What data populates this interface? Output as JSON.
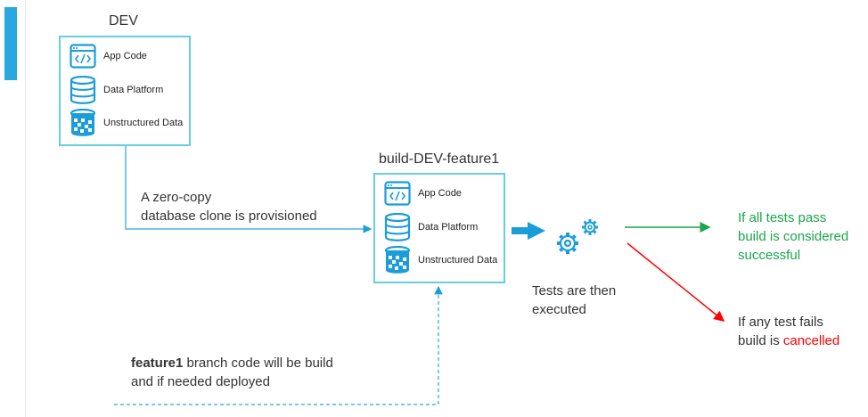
{
  "dev": {
    "title": "DEV",
    "items": [
      "App Code",
      "Data Platform",
      "Unstructured Data"
    ]
  },
  "build": {
    "title": "build-DEV-feature1",
    "items": [
      "App Code",
      "Data Platform",
      "Unstructured Data"
    ]
  },
  "clone_note": {
    "line1": "A zero-copy",
    "line2": "database clone is provisioned"
  },
  "branch_note": {
    "bold": "feature1",
    "rest": " branch code will be build",
    "line2": "and if needed deployed"
  },
  "tests_note": {
    "line1": "Tests are then",
    "line2": "executed"
  },
  "pass_note": {
    "line1": "If all tests pass",
    "line2": "build is considered",
    "line3": "successful"
  },
  "fail_note": {
    "line1": "If any test fails",
    "line2_prefix": "build is ",
    "line2_highlight": "cancelled"
  },
  "colors": {
    "accent": "#29a8e0",
    "box_border": "#67cde0",
    "icon_blue": "#1b9dd8",
    "success": "#1aa64a",
    "failure": "#ff0000"
  },
  "icons": [
    "code-window-icon",
    "database-icon",
    "unstructured-data-icon",
    "gears-icon"
  ]
}
